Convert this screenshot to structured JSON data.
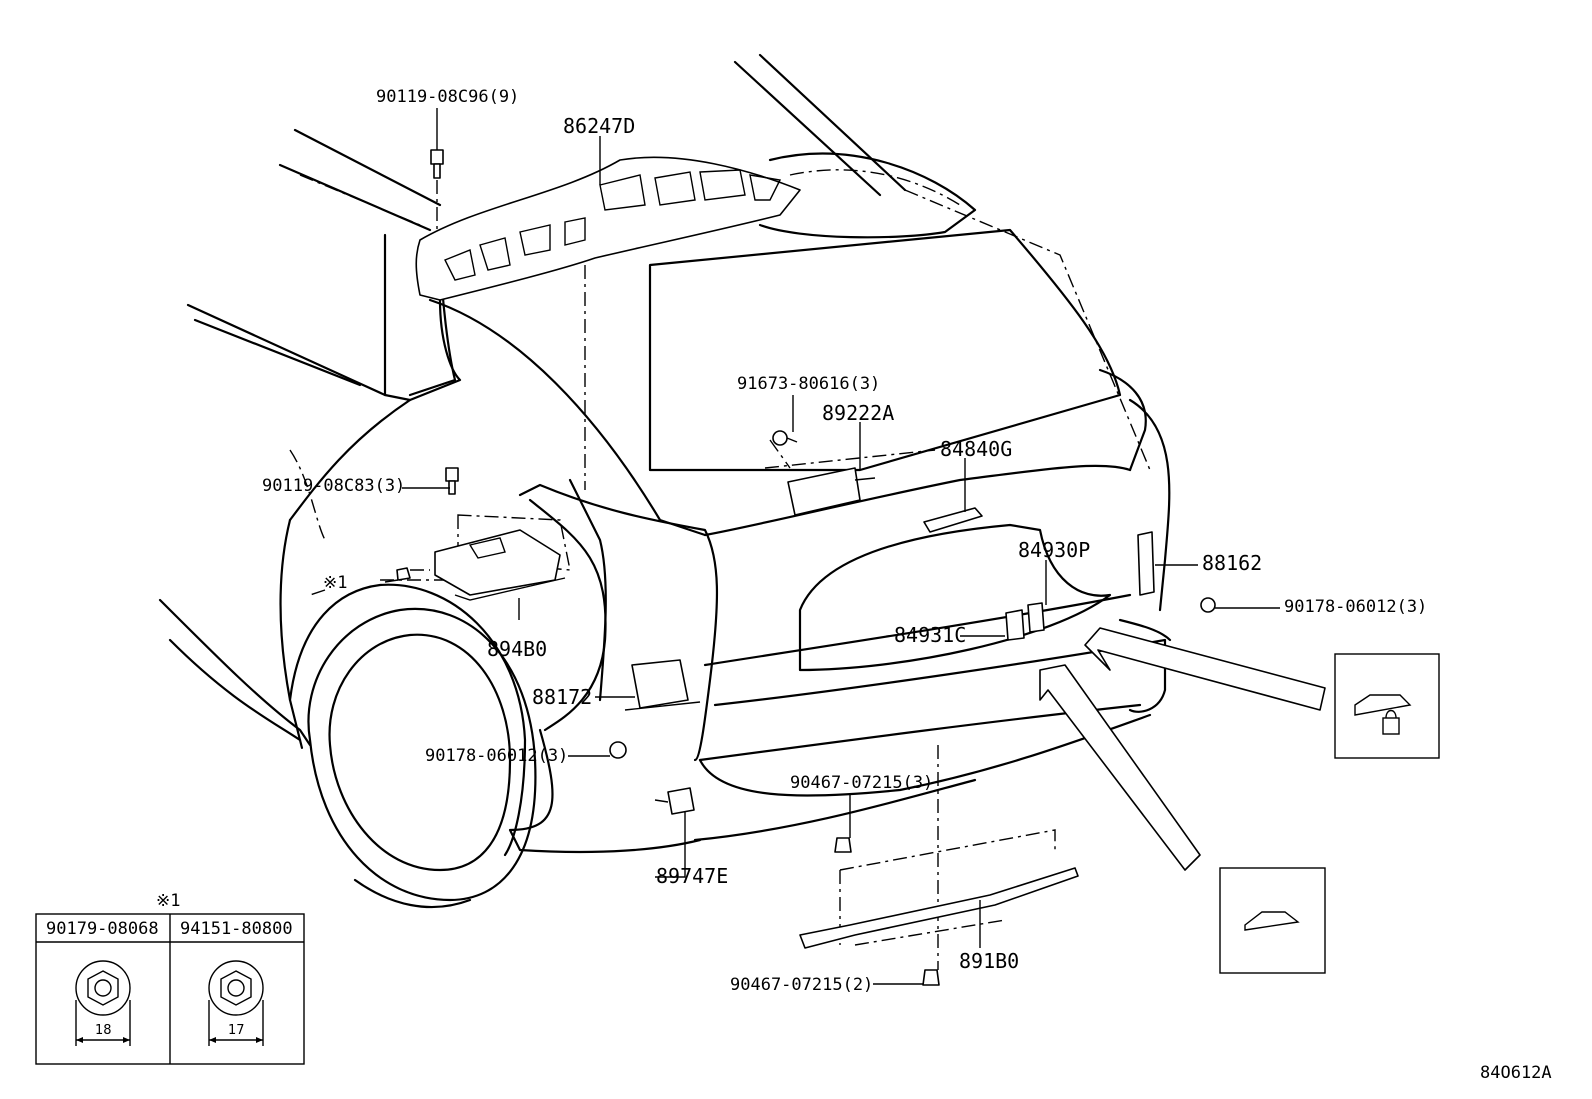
{
  "callouts": {
    "p90119_08c96": "90119-08C96(9)",
    "p86247d": "86247D",
    "p91673_80616": "91673-80616(3)",
    "p89222a": "89222A",
    "p84840g": "84840G",
    "p90119_08c83": "90119-08C83(3)",
    "p84930p": "84930P",
    "p88162": "88162",
    "p90178_06012_right": "90178-06012(3)",
    "p84931c": "84931C",
    "ref1_mark": "※1",
    "p894b0": "894B0",
    "p88172": "88172",
    "p90178_06012_left": "90178-06012(3)",
    "p90467_07215_3": "90467-07215(3)",
    "p89747e": "89747E",
    "p891b0": "891B0",
    "p90467_07215_2": "90467-07215(2)"
  },
  "ref_table": {
    "mark": "※1",
    "col1_part": "90179-08068",
    "col2_part": "94151-80800",
    "col1_size": "18",
    "col2_size": "17"
  },
  "diagram_code": "84O612A"
}
